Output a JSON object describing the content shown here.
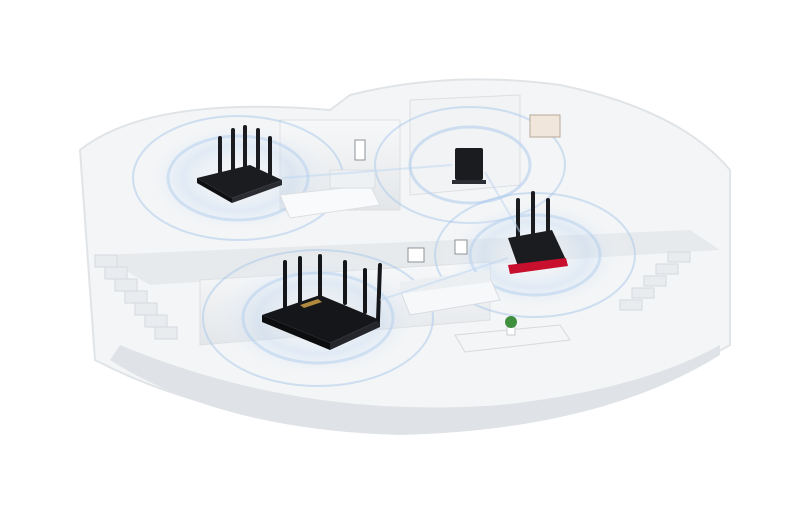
{
  "scene": {
    "background_color": "#ffffff",
    "house_color": "#eef0f2",
    "wall_shadow_color": "#d9dde1",
    "signal_color": "#9fc4ec",
    "router_body_color": "#1b1c20",
    "router_accent_color": "#c8102e",
    "plant_color": "#3f8f3f",
    "icons": [
      "router",
      "mesh-node",
      "wifi-signal-wave",
      "staircase",
      "sofa",
      "bed",
      "coffee-table",
      "plant"
    ]
  }
}
